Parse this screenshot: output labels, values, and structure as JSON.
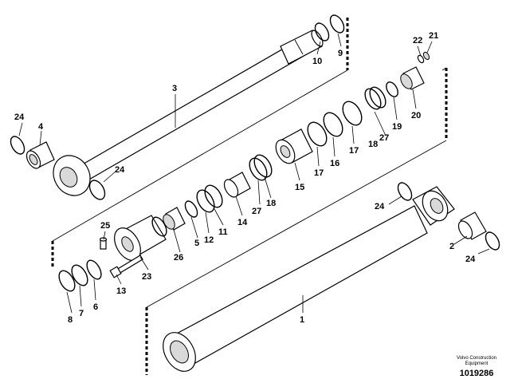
{
  "brand": {
    "line1": "Volvo Construction",
    "line2": "Equipment"
  },
  "drawing_number": "1019286",
  "callouts": {
    "c1": "1",
    "c2": "2",
    "c3": "3",
    "c4": "4",
    "c5": "5",
    "c6": "6",
    "c7": "7",
    "c8": "8",
    "c9": "9",
    "c10": "10",
    "c11": "11",
    "c12": "12",
    "c13": "13",
    "c14": "14",
    "c15": "15",
    "c16": "16",
    "c17a": "17",
    "c17b": "17",
    "c18a": "18",
    "c18b": "18",
    "c19": "19",
    "c20": "20",
    "c21": "21",
    "c22": "22",
    "c23": "23",
    "c24a": "24",
    "c24b": "24",
    "c24c": "24",
    "c24d": "24",
    "c25": "25",
    "c26": "26",
    "c27a": "27",
    "c27b": "27"
  }
}
